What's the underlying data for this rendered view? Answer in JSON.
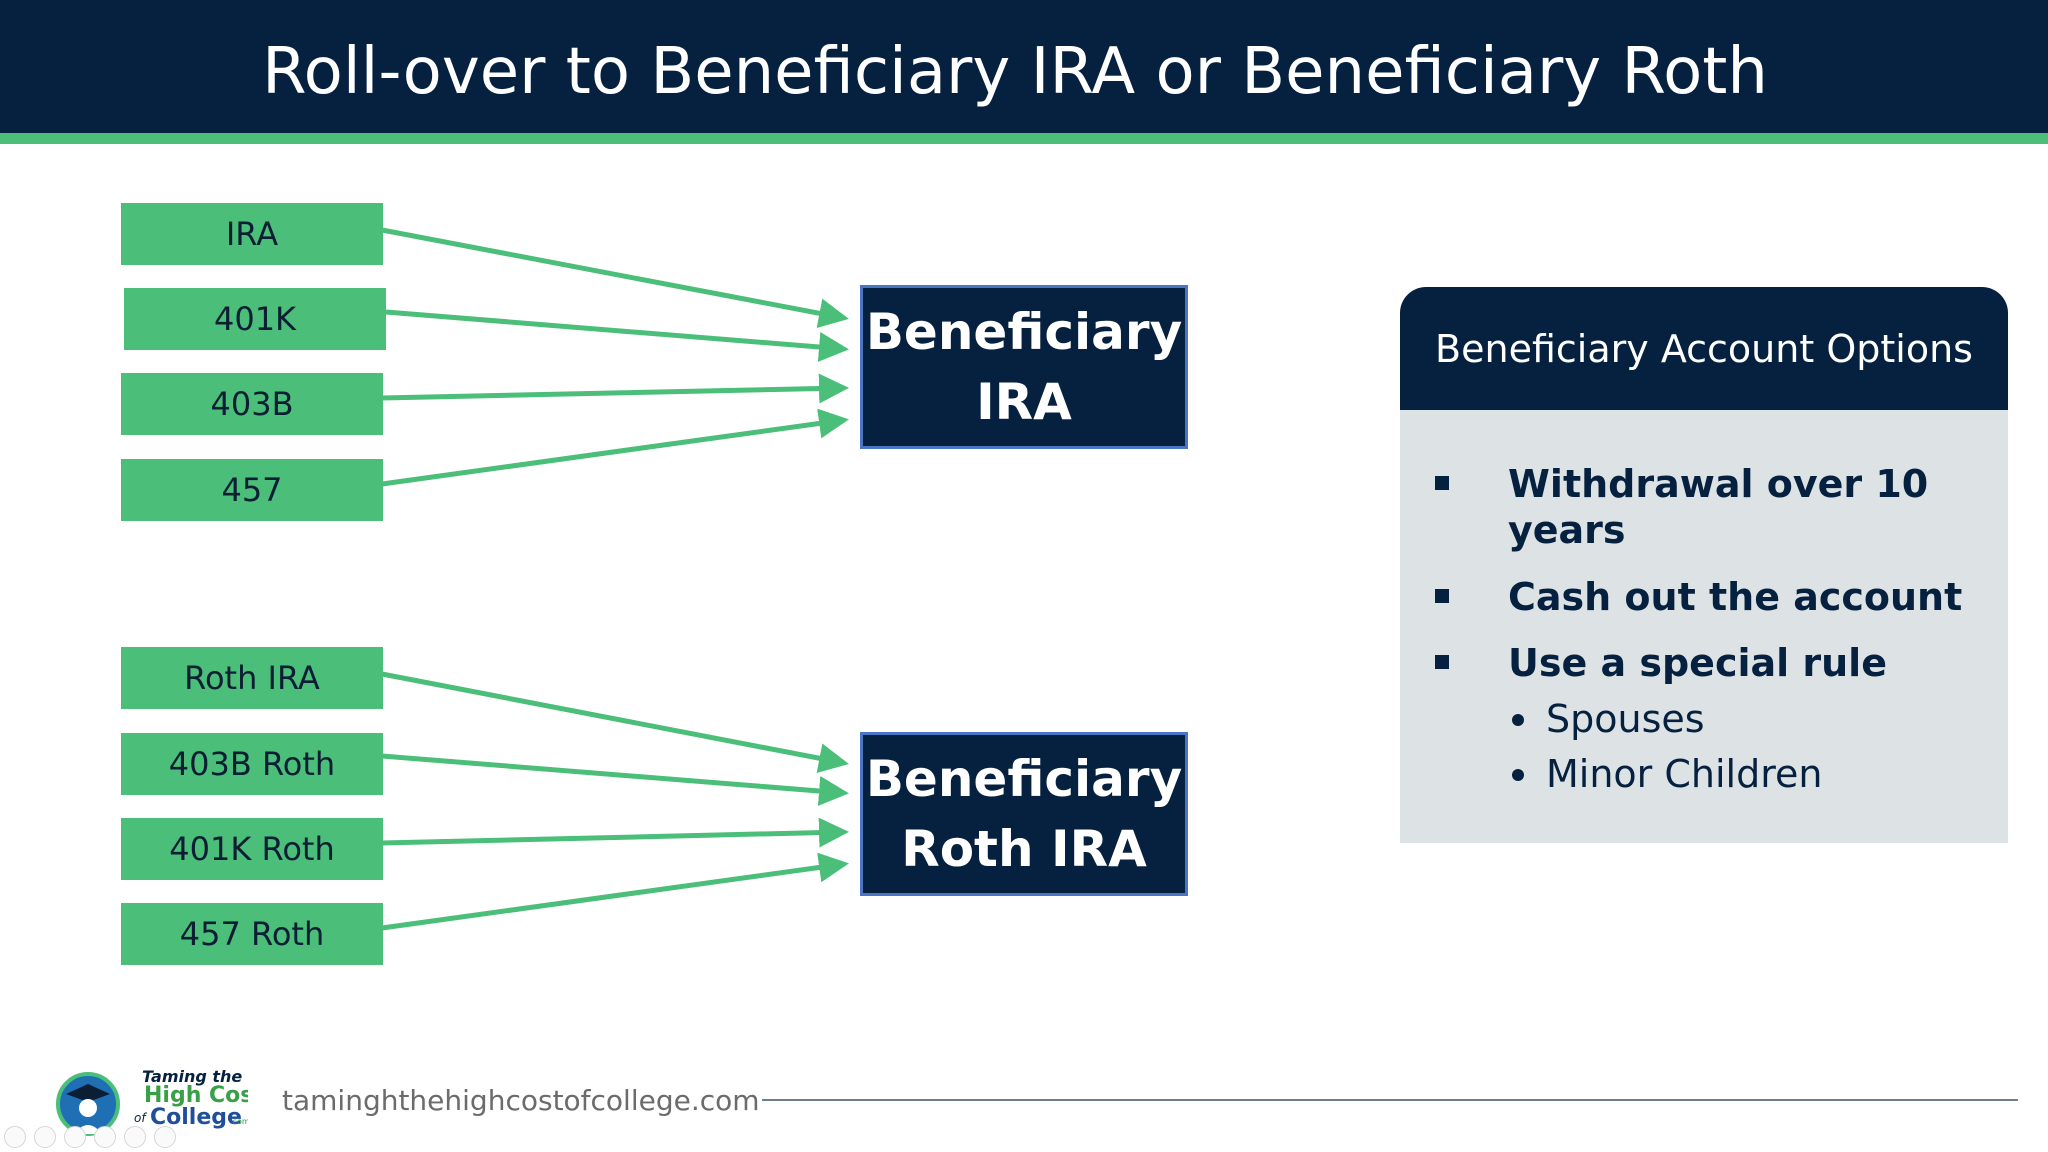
{
  "slide": {
    "title": "Roll-over to Beneficiary IRA or Beneficiary Roth"
  },
  "sources": {
    "ira_group": [
      "IRA",
      "401K",
      "403B",
      "457"
    ],
    "roth_group": [
      "Roth IRA",
      "403B Roth",
      "401K Roth",
      "457 Roth"
    ]
  },
  "targets": {
    "beneficiary_ira": [
      "Beneficiary",
      "IRA"
    ],
    "beneficiary_roth": [
      "Beneficiary",
      "Roth IRA"
    ]
  },
  "options": {
    "heading": "Beneficiary Account Options",
    "bullets": [
      "Withdrawal over 10 years",
      "Cash out the account",
      "Use a special rule"
    ],
    "sub_bullets": [
      "Spouses",
      "Minor Children"
    ]
  },
  "footer": {
    "url": "taminghthehighcostofcollege.com",
    "logo_text": [
      "Taming the",
      "High Cost",
      "of",
      "College",
      ".com"
    ]
  },
  "colors": {
    "navy": "#06213f",
    "green": "#4bbe79",
    "panel_gray": "#dde3e5",
    "target_border": "#4a74c4"
  }
}
